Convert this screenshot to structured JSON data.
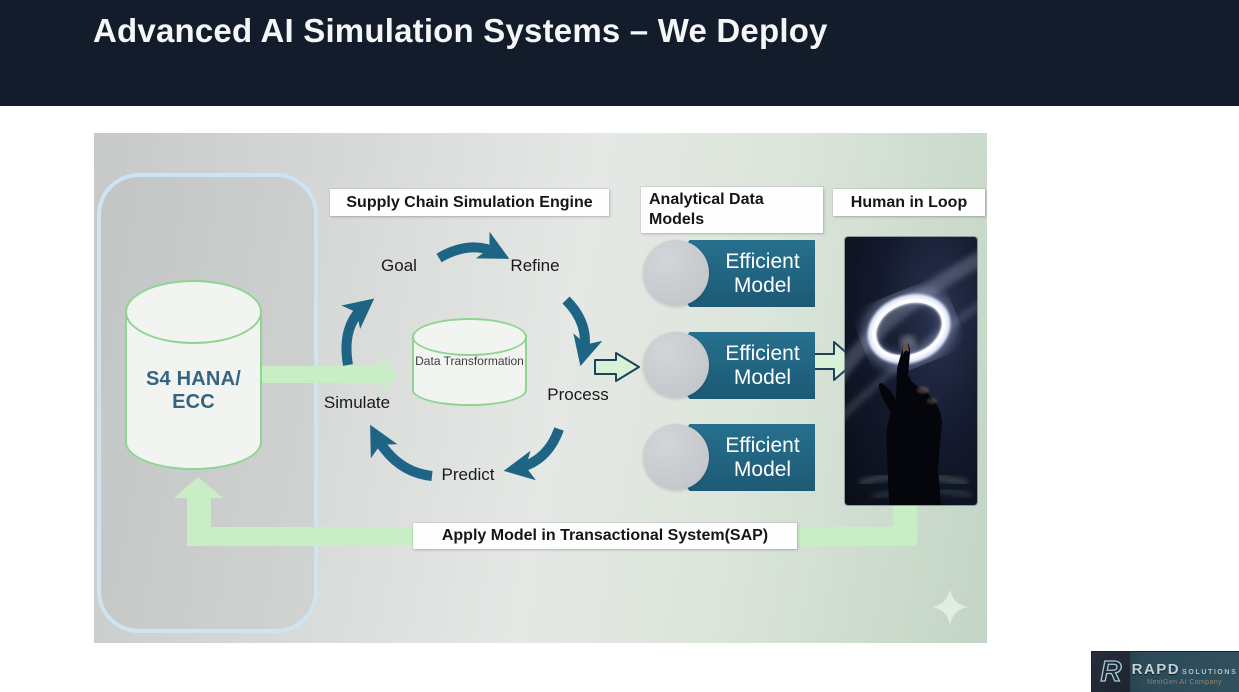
{
  "slide": {
    "title": "Advanced AI Simulation Systems – We Deploy"
  },
  "diagram": {
    "engine_label": "Supply Chain Simulation Engine",
    "analytical_label": "Analytical Data Models",
    "human_label": "Human in Loop",
    "apply_label": "Apply Model in Transactional System(SAP)",
    "source_db": "S4 HANA/ ECC",
    "transform_db": "Data Transformation",
    "cycle": {
      "goal": "Goal",
      "refine": "Refine",
      "process": "Process",
      "predict": "Predict",
      "simulate": "Simulate"
    },
    "models": [
      {
        "line1": "Efficient",
        "line2": "Model"
      },
      {
        "line1": "Efficient",
        "line2": "Model"
      },
      {
        "line1": "Efficient",
        "line2": "Model"
      }
    ]
  },
  "logo": {
    "mark": "R",
    "brand": "RAPD",
    "suffix": "SOLUTIONS",
    "tagline": "NextGen AI Company"
  },
  "colors": {
    "header_bg": "#121c2b",
    "teal_arrow": "#1e6484",
    "model_box_top": "#26708e",
    "model_box_bottom": "#1d5a75",
    "green_arrow": "#c9eec6",
    "cylinder_border": "#8fd492",
    "container_border": "#cfe4f2",
    "circle_gray": "#c8cbce",
    "label_bg": "#ffffff"
  }
}
